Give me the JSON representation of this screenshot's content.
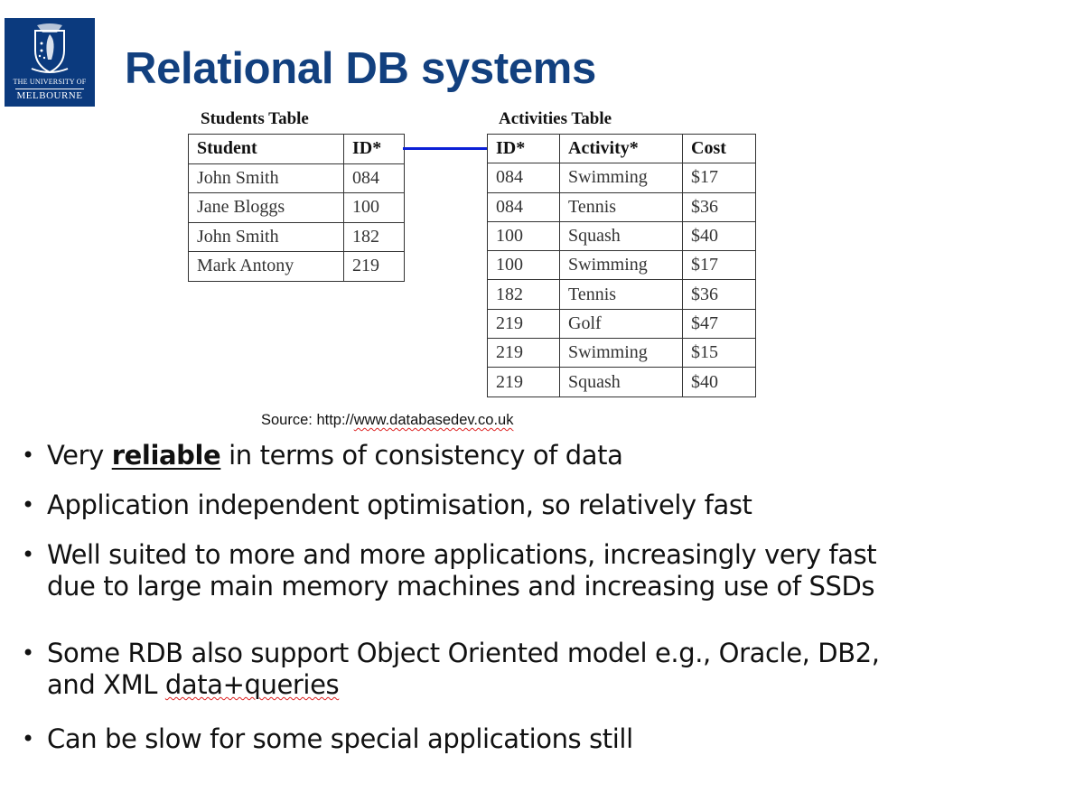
{
  "slide": {
    "title": "Relational DB systems",
    "logo": {
      "line1": "THE UNIVERSITY OF",
      "line2": "MELBOURNE",
      "color": "#0b3a7e"
    },
    "title_color": "#12407f"
  },
  "students_table": {
    "caption": "Students Table",
    "headers": [
      "Student",
      "ID*"
    ],
    "rows": [
      [
        "John Smith",
        "084"
      ],
      [
        "Jane Bloggs",
        "100"
      ],
      [
        "John Smith",
        "182"
      ],
      [
        "Mark Antony",
        "219"
      ]
    ]
  },
  "activities_table": {
    "caption": "Activities Table",
    "headers": [
      "ID*",
      "Activity*",
      "Cost"
    ],
    "rows": [
      [
        "084",
        "Swimming",
        "$17"
      ],
      [
        "084",
        "Tennis",
        "$36"
      ],
      [
        "100",
        "Squash",
        "$40"
      ],
      [
        "100",
        "Swimming",
        "$17"
      ],
      [
        "182",
        "Tennis",
        "$36"
      ],
      [
        "219",
        "Golf",
        "$47"
      ],
      [
        "219",
        "Swimming",
        "$15"
      ],
      [
        "219",
        "Squash",
        "$40"
      ]
    ]
  },
  "connector": {
    "from": "Students.ID",
    "to": "Activities.ID",
    "color": "#0b1fd6"
  },
  "source": {
    "prefix": "Source: http://",
    "link": "www.databasedev.co.uk"
  },
  "bullets": [
    {
      "pre": "Very ",
      "emph": "reliable",
      "post": " in terms of consistency of data"
    },
    {
      "text": "Application independent optimisation, so relatively fast"
    },
    {
      "text": "Well suited to more and more applications, increasingly very fast",
      "cont": "due to large main memory machines and increasing use of SSDs"
    },
    {
      "text": "Some RDB also support Object Oriented model e.g., Oracle, DB2,",
      "cont_pre": "and XML ",
      "cont_squiggle": "data+queries"
    },
    {
      "text": "Can be slow for some special applications still"
    }
  ]
}
